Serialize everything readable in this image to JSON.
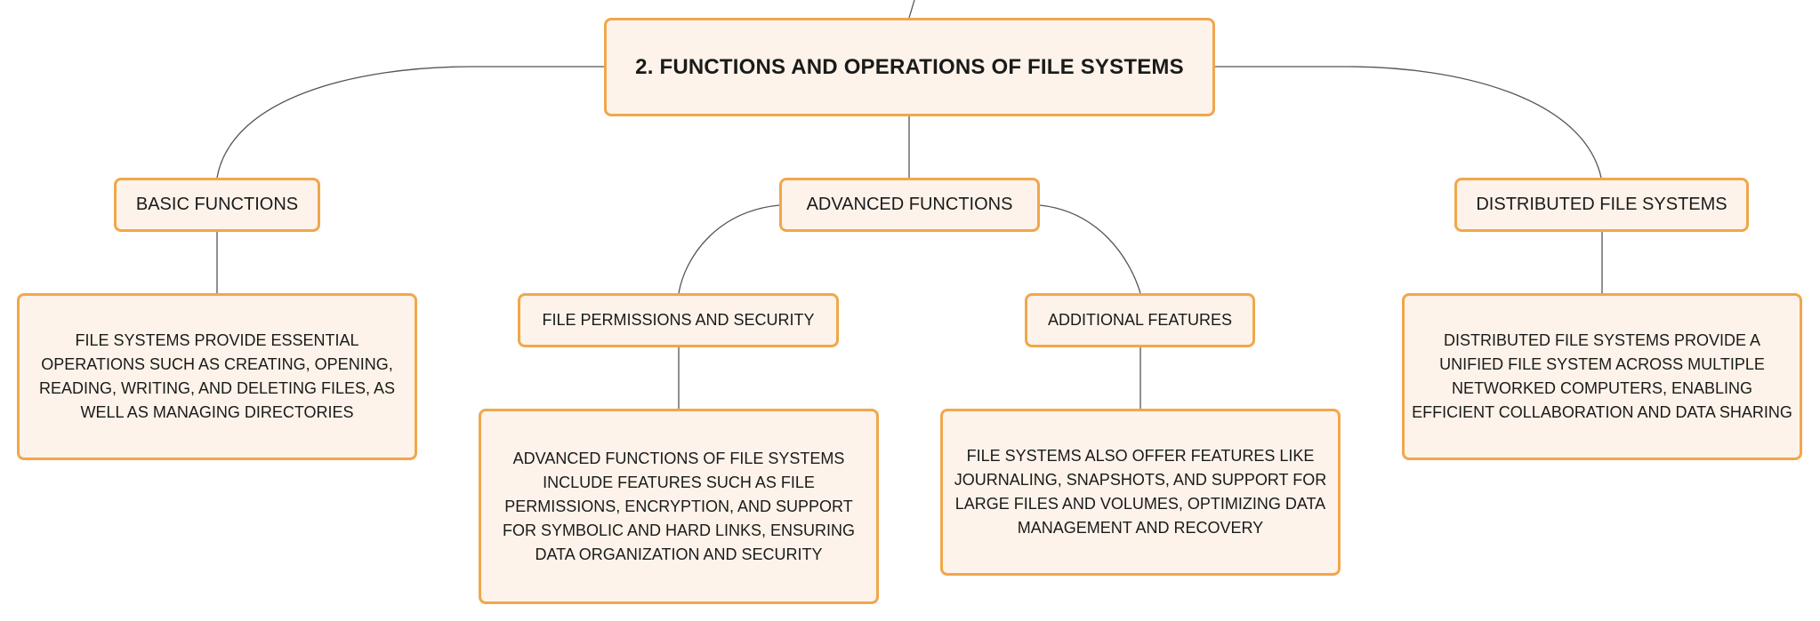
{
  "mindmap": {
    "root": "2. FUNCTIONS AND OPERATIONS OF FILE SYSTEMS",
    "branches": {
      "basic": {
        "title": "BASIC FUNCTIONS",
        "detail": "FILE SYSTEMS PROVIDE ESSENTIAL OPERATIONS SUCH AS CREATING, OPENING, READING, WRITING, AND DELETING FILES, AS WELL AS MANAGING DIRECTORIES"
      },
      "advanced": {
        "title": "ADVANCED FUNCTIONS",
        "children": {
          "permissions": {
            "title": "FILE PERMISSIONS AND SECURITY",
            "detail": "ADVANCED FUNCTIONS OF FILE SYSTEMS INCLUDE FEATURES SUCH AS FILE PERMISSIONS, ENCRYPTION, AND SUPPORT FOR SYMBOLIC AND HARD LINKS, ENSURING DATA ORGANIZATION AND SECURITY"
          },
          "features": {
            "title": "ADDITIONAL FEATURES",
            "detail": "FILE SYSTEMS ALSO OFFER FEATURES LIKE JOURNALING, SNAPSHOTS, AND SUPPORT FOR LARGE FILES AND VOLUMES, OPTIMIZING DATA MANAGEMENT AND RECOVERY"
          }
        }
      },
      "distributed": {
        "title": "DISTRIBUTED FILE SYSTEMS",
        "detail": "DISTRIBUTED FILE SYSTEMS PROVIDE A UNIFIED FILE SYSTEM ACROSS MULTIPLE NETWORKED COMPUTERS, ENABLING EFFICIENT COLLABORATION AND DATA SHARING"
      }
    }
  },
  "colors": {
    "node_fill": "#fdf3ea",
    "node_border": "#f1a74c",
    "connector": "#555555",
    "text": "#1a1a1a"
  }
}
